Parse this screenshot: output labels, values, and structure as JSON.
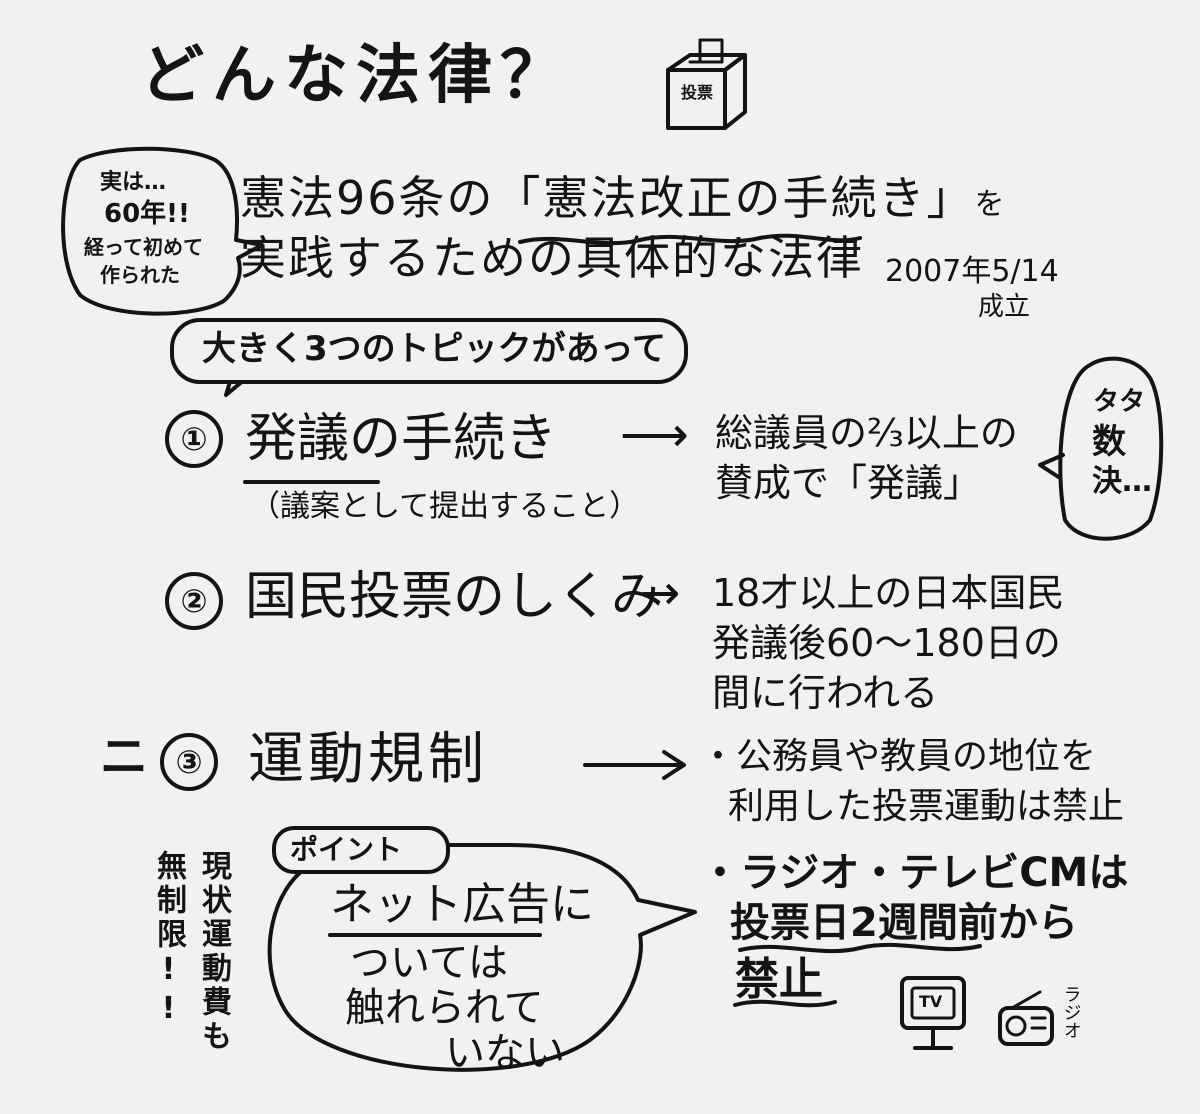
{
  "title": "どんな法律？",
  "ballot_box": {
    "label": "投票",
    "icon": "ballot-box-icon"
  },
  "side_bubble": {
    "line1": "実は…",
    "line2": "60年!!",
    "line3": "経って初めて",
    "line4": "作られた"
  },
  "description": {
    "prefix": "憲法96条の",
    "highlight": "「憲法改正の手続き」",
    "particle": "を",
    "line2": "実践するための具体的な法律"
  },
  "enactment": {
    "date": "2007年5/14",
    "label": "成立"
  },
  "topics_bubble": "大きく3つのトピックがあって",
  "majority_bubble": {
    "line1": "タタ",
    "line2": "数",
    "line3": "決…"
  },
  "topics": [
    {
      "number": "①",
      "head_underlined": "発議",
      "head_rest": "の手続き",
      "sub": "（議案として提出すること）",
      "arrow": "⟶",
      "detail_line1": "総議員の⅔以上の",
      "detail_line2": "賛成で「発議」"
    },
    {
      "number": "②",
      "head": "国民投票のしくみ",
      "arrow": "→",
      "detail_line1": "18才以上の日本国民",
      "detail_line2": "発議後60～180日の",
      "detail_line3": "間に行われる"
    },
    {
      "number": "③",
      "marker": "ニ",
      "head": "運動規制",
      "arrow": "⟶",
      "bullet1_line1": "・公務員や教員の地位を",
      "bullet1_line2": "利用した投票運動は禁止",
      "bullet2_line1": "・ラジオ・テレビCMは",
      "bullet2_line2": "投票日2週間前から",
      "bullet2_line3": "禁止"
    }
  ],
  "point_bubble": {
    "label": "ポイント",
    "line1": "ネット広告に",
    "line2": "ついては",
    "line3": "触れられて",
    "line4": "いない"
  },
  "vertical_note": {
    "col1": "現状運動費も",
    "col2": "無制限!!"
  },
  "media_icons": {
    "tv_label": "TV",
    "radio_label": "ラジオ"
  }
}
